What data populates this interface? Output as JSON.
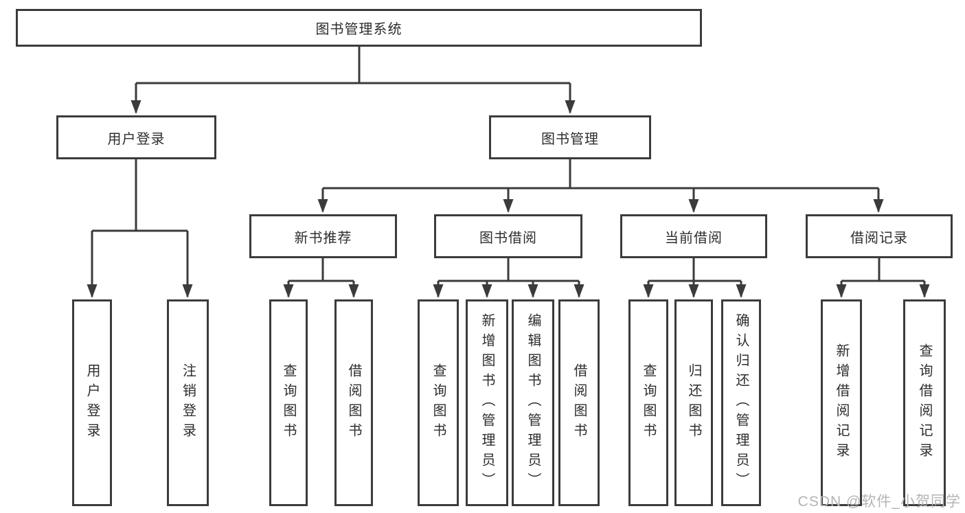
{
  "diagram": {
    "type": "tree",
    "background": "#ffffff",
    "line_color": "#3b3b3b",
    "text_color": "#2d2d2d",
    "watermark": {
      "text": "CSDN @软件_小贺同学",
      "color": "#b4b4b4"
    }
  },
  "nodes": {
    "root": {
      "label": "图书管理系统"
    },
    "user_login": {
      "label": "用户登录"
    },
    "book_mgmt": {
      "label": "图书管理"
    },
    "leaf_user_login": {
      "label": "用户登录"
    },
    "leaf_logout": {
      "label": "注销登录"
    },
    "new_book_rec": {
      "label": "新书推荐"
    },
    "book_borrow": {
      "label": "图书借阅"
    },
    "current_borrow": {
      "label": "当前借阅"
    },
    "borrow_records": {
      "label": "借阅记录"
    },
    "nbr_query": {
      "label": "查询图书"
    },
    "nbr_borrow": {
      "label": "借阅图书"
    },
    "bb_query": {
      "label": "查询图书"
    },
    "bb_add": {
      "label": "新增图书（管理员）"
    },
    "bb_edit": {
      "label": "编辑图书（管理员）"
    },
    "bb_borrow": {
      "label": "借阅图书"
    },
    "cb_query": {
      "label": "查询图书"
    },
    "cb_return": {
      "label": "归还图书"
    },
    "cb_confirm": {
      "label": "确认归还（管理员）"
    },
    "br_add": {
      "label": "新增借阅记录"
    },
    "br_query": {
      "label": "查询借阅记录"
    }
  },
  "hierarchy": {
    "root": [
      "user_login",
      "book_mgmt"
    ],
    "user_login": [
      "leaf_user_login",
      "leaf_logout"
    ],
    "book_mgmt": [
      "new_book_rec",
      "book_borrow",
      "current_borrow",
      "borrow_records"
    ],
    "new_book_rec": [
      "nbr_query",
      "nbr_borrow"
    ],
    "book_borrow": [
      "bb_query",
      "bb_add",
      "bb_edit",
      "bb_borrow"
    ],
    "current_borrow": [
      "cb_query",
      "cb_return",
      "cb_confirm"
    ],
    "borrow_records": [
      "br_add",
      "br_query"
    ]
  }
}
